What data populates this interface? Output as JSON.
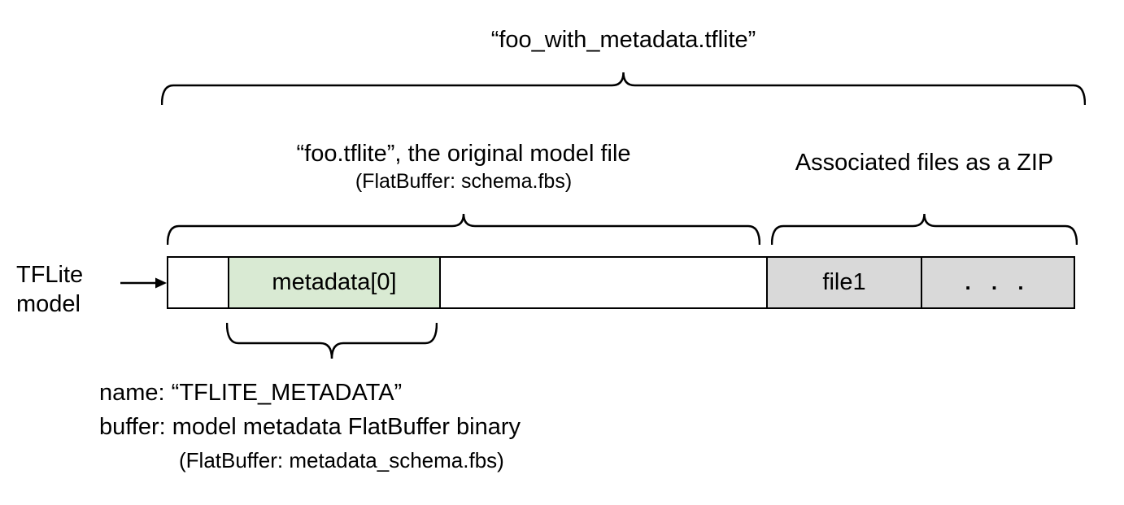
{
  "title": "“foo_with_metadata.tflite”",
  "colors": {
    "background": "#ffffff",
    "border": "#000000",
    "text": "#000000",
    "metadata_fill": "#d9ead3",
    "associated_files_fill": "#d9d9d9",
    "bar_fill": "#ffffff"
  },
  "model_section": {
    "label": "“foo.tflite”, the original model file",
    "sublabel": "(FlatBuffer: schema.fbs)"
  },
  "zip_section": {
    "label": "Associated files as a ZIP"
  },
  "pointer": {
    "line1": "TFLite",
    "line2": "model"
  },
  "bar": {
    "segments": [
      {
        "name": "model-header",
        "label": "",
        "fill": "#ffffff"
      },
      {
        "name": "metadata-0",
        "label": "metadata[0]",
        "fill": "#d9ead3"
      },
      {
        "name": "model-body",
        "label": "",
        "fill": "#ffffff"
      },
      {
        "name": "file1",
        "label": "file1",
        "fill": "#d9d9d9"
      },
      {
        "name": "more-files",
        "label": ". . .",
        "fill": "#d9d9d9"
      }
    ]
  },
  "metadata_annotation": {
    "line1": "name: “TFLITE_METADATA”",
    "line2": "buffer: model metadata FlatBuffer binary",
    "line3": "(FlatBuffer: metadata_schema.fbs)"
  }
}
